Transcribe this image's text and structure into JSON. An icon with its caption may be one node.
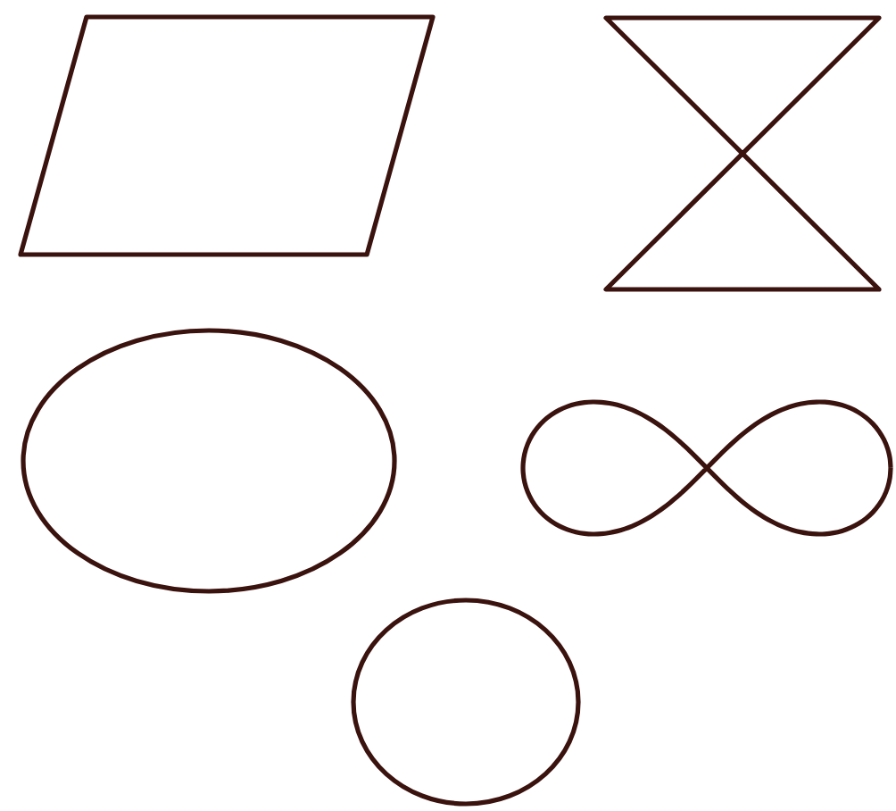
{
  "diagram": {
    "nodes": [
      {
        "text": [],
        "shape": "parallelogram"
      },
      {
        "text": [],
        "shape": "hourglass"
      },
      {
        "text": [],
        "shape": "oval"
      },
      {
        "text": [],
        "shape": "lemniscate"
      },
      {
        "text": [],
        "shape": "circle"
      }
    ]
  }
}
